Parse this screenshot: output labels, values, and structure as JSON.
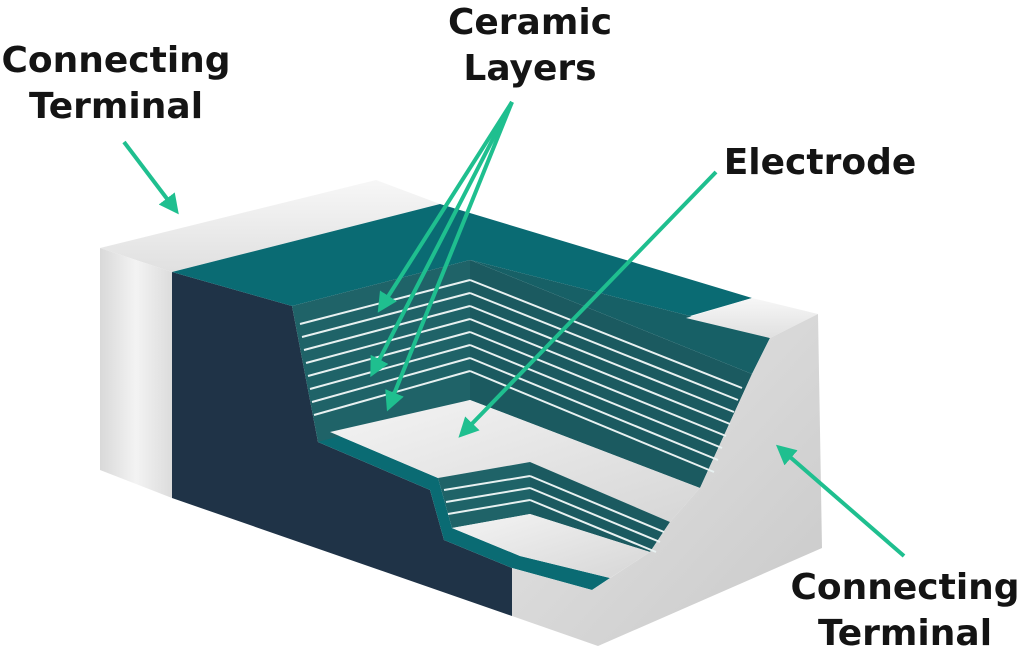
{
  "labels": {
    "connecting_terminal_top": {
      "line1": "Connecting",
      "line2": "Terminal"
    },
    "ceramic_layers": {
      "line1": "Ceramic",
      "line2": "Layers"
    },
    "electrode": "Electrode",
    "connecting_terminal_bottom": {
      "line1": "Connecting",
      "line2": "Terminal"
    }
  },
  "colors": {
    "arrow": "#1fbf8f",
    "teal_top": "#0a6b73",
    "dark_side": "#1f3347",
    "cut_face": "#1f6368",
    "terminal_light": "#efefef",
    "terminal_shade": "#cfcfcf",
    "layer_line": "#e8f1f1"
  }
}
